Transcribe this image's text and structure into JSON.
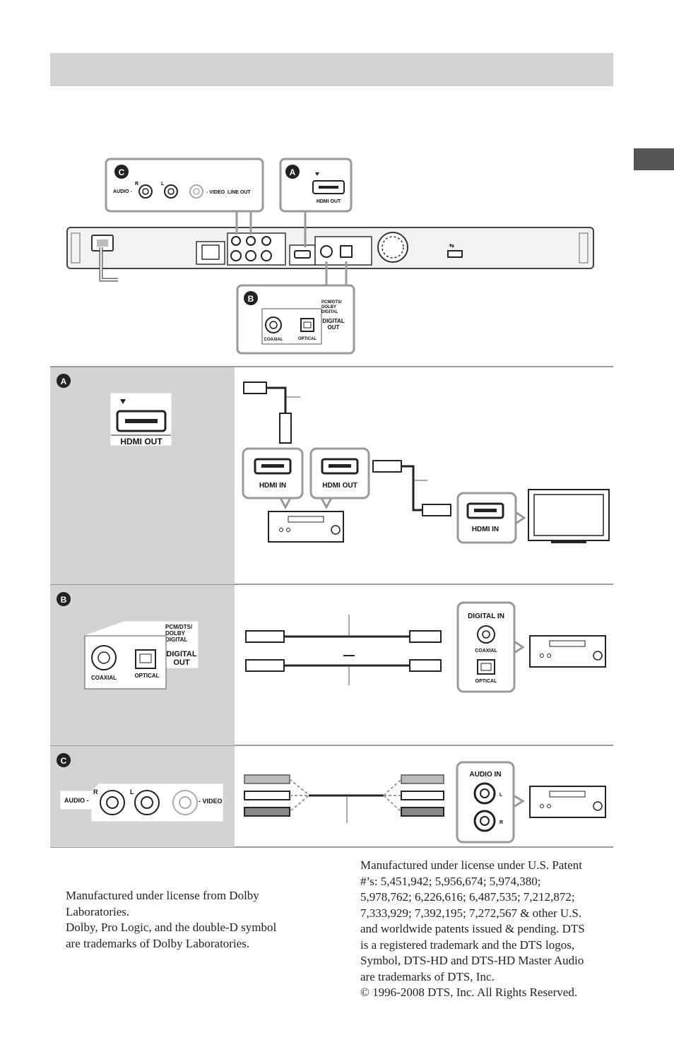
{
  "top_panels": {
    "c_label": "C",
    "c_audio": "AUDIO -",
    "c_r": "R",
    "c_l": "L",
    "c_video": "- VIDEO",
    "c_lineout": "LINE OUT",
    "a_label": "A",
    "a_hdmi_out": "HDMI OUT",
    "b_label": "B",
    "b_pcm": "PCM/DTS/",
    "b_dolby": "DOLBY",
    "b_digital": "DIGITAL",
    "b_digital_out_1": "DIGITAL",
    "b_digital_out_2": "OUT",
    "b_coaxial": "COAXIAL",
    "b_optical": "OPTICAL"
  },
  "row_a": {
    "label": "A",
    "hdmi_out": "HDMI OUT",
    "receiver_hdmi_in": "HDMI IN",
    "receiver_hdmi_out": "HDMI OUT",
    "tv_hdmi_in": "HDMI IN"
  },
  "row_b": {
    "label": "B",
    "pcm": "PCM/DTS/",
    "dolby": "DOLBY",
    "digital": "DIGITAL",
    "digital_out_1": "DIGITAL",
    "digital_out_2": "OUT",
    "coaxial": "COAXIAL",
    "optical": "OPTICAL",
    "digital_in": "DIGITAL IN",
    "in_coaxial": "COAXIAL",
    "in_optical": "OPTICAL"
  },
  "row_c": {
    "label": "C",
    "audio": "AUDIO -",
    "r": "R",
    "l": "L",
    "video": "- VIDEO",
    "audio_in": "AUDIO IN",
    "in_l": "L",
    "in_r": "R"
  },
  "footer": {
    "dolby": "Manufactured under license from Dolby\nLaboratories.\nDolby, Pro Logic, and the double-D symbol\nare trademarks of Dolby Laboratories.",
    "dts": "Manufactured under license under U.S. Patent\n#’s: 5,451,942; 5,956,674; 5,974,380;\n5,978,762; 6,226,616; 6,487,535; 7,212,872;\n7,333,929; 7,392,195; 7,272,567 & other U.S.\nand worldwide patents issued & pending. DTS\nis a registered trademark and the DTS logos,\nSymbol, DTS-HD and DTS-HD Master Audio\nare trademarks of DTS, Inc.\n© 1996-2008 DTS, Inc. All Rights Reserved."
  }
}
